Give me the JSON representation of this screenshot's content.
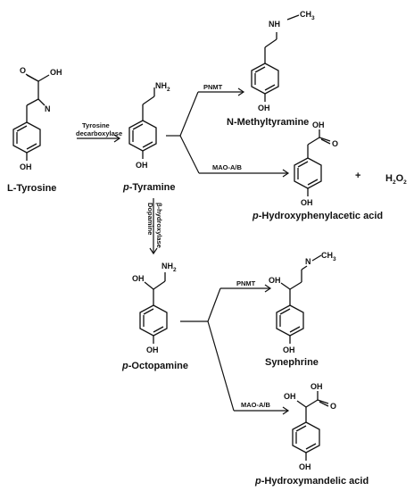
{
  "compounds": {
    "l_tyrosine": "L-Tyrosine",
    "p_tyramine_prefix": "p",
    "p_tyramine_rest": "-Tyramine",
    "n_methyltyramine": "N-Methyltyramine",
    "phpa_prefix": "p",
    "phpa_rest": "-Hydroxyphenylacetic acid",
    "p_octopamine_prefix": "p",
    "p_octopamine_rest": "-Octopamine",
    "synephrine": "Synephrine",
    "phma_prefix": "p",
    "phma_rest": "-Hydroxymandelic acid",
    "h2o2_main": "H",
    "h2o2_sub1": "2",
    "h2o2_o": "O",
    "h2o2_sub2": "2",
    "plus": "+"
  },
  "enzymes": {
    "tyrosine_decarboxylase_line1": "Tyrosine",
    "tyrosine_decarboxylase_line2": "decarboxylase",
    "pnmt_top": "PNMT",
    "maoab_top": "MAO-A/B",
    "dbh_line1": "Dopamine",
    "dbh_line2": "β-hydroxylase",
    "pnmt_bottom": "PNMT",
    "maoab_bottom": "MAO-A/B"
  },
  "atoms": {
    "oh": "OH",
    "o": "O",
    "n": "N",
    "nh": "NH",
    "nh2_main": "NH",
    "nh2_sub": "2",
    "ch3_main": "CH",
    "ch3_sub": "3",
    "n_methyl": "N"
  }
}
